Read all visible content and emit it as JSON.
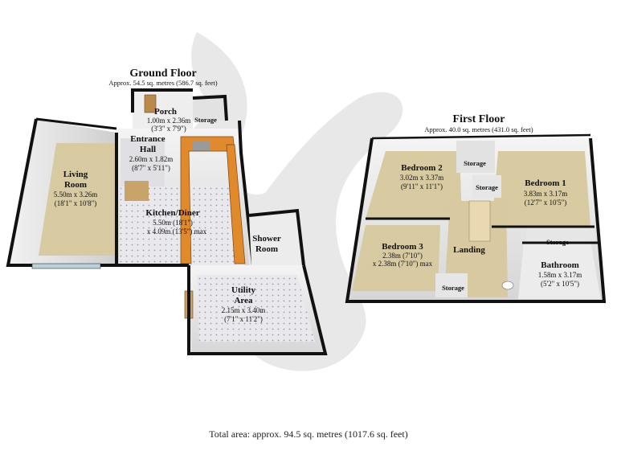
{
  "ground_floor": {
    "title": "Ground Floor",
    "area": "Approx. 54.5 sq. metres (586.7 sq. feet)",
    "rooms": {
      "porch": {
        "name": "Porch",
        "dim1": "1.00m x 2.36m",
        "dim2": "(3'3\" x 7'9\")"
      },
      "storage": {
        "name": "Storage"
      },
      "entrance": {
        "name1": "Entrance",
        "name2": "Hall",
        "dim1": "2.60m x 1.82m",
        "dim2": "(8'7\" x 5'11\")"
      },
      "living": {
        "name1": "Living",
        "name2": "Room",
        "dim1": "5.50m x 3.26m",
        "dim2": "(18'1\" x 10'8\")"
      },
      "kitchen": {
        "name": "Kitchen/Diner",
        "dim1": "5.50m (18'1\")",
        "dim2": "x 4.09m (13'5\") max"
      },
      "shower": {
        "name1": "Shower",
        "name2": "Room"
      },
      "utility": {
        "name1": "Utility",
        "name2": "Area",
        "dim1": "2.15m x 3.40m",
        "dim2": "(7'1\" x 11'2\")"
      }
    }
  },
  "first_floor": {
    "title": "First Floor",
    "area": "Approx. 40.0 sq. metres (431.0 sq. feet)",
    "rooms": {
      "bedroom2": {
        "name": "Bedroom 2",
        "dim1": "3.02m x 3.37m",
        "dim2": "(9'11\" x 11'1\")"
      },
      "storage_top": {
        "name": "Storage"
      },
      "storage_mid": {
        "name": "Storage"
      },
      "bedroom1": {
        "name": "Bedroom 1",
        "dim1": "3.83m x 3.17m",
        "dim2": "(12'7\" x 10'5\")"
      },
      "storage_right": {
        "name": "Storage"
      },
      "bedroom3": {
        "name": "Bedroom 3",
        "dim1": "2.38m (7'10\")",
        "dim2": "x 2.38m (7'10\") max"
      },
      "landing": {
        "name": "Landing"
      },
      "storage_bottom": {
        "name": "Storage"
      },
      "bathroom": {
        "name": "Bathroom",
        "dim1": "1.58m x 3.17m",
        "dim2": "(5'2\" x 10'5\")"
      }
    }
  },
  "total_area": "Total area: approx. 94.5 sq. metres (1017.6 sq. feet)",
  "colors": {
    "wall": "#111111",
    "carpet": "#d9cca4",
    "tile": "#e8e8ec",
    "lino": "#dcdde2",
    "counter": "#e08a2c",
    "watermark": "#e4e4e4"
  }
}
